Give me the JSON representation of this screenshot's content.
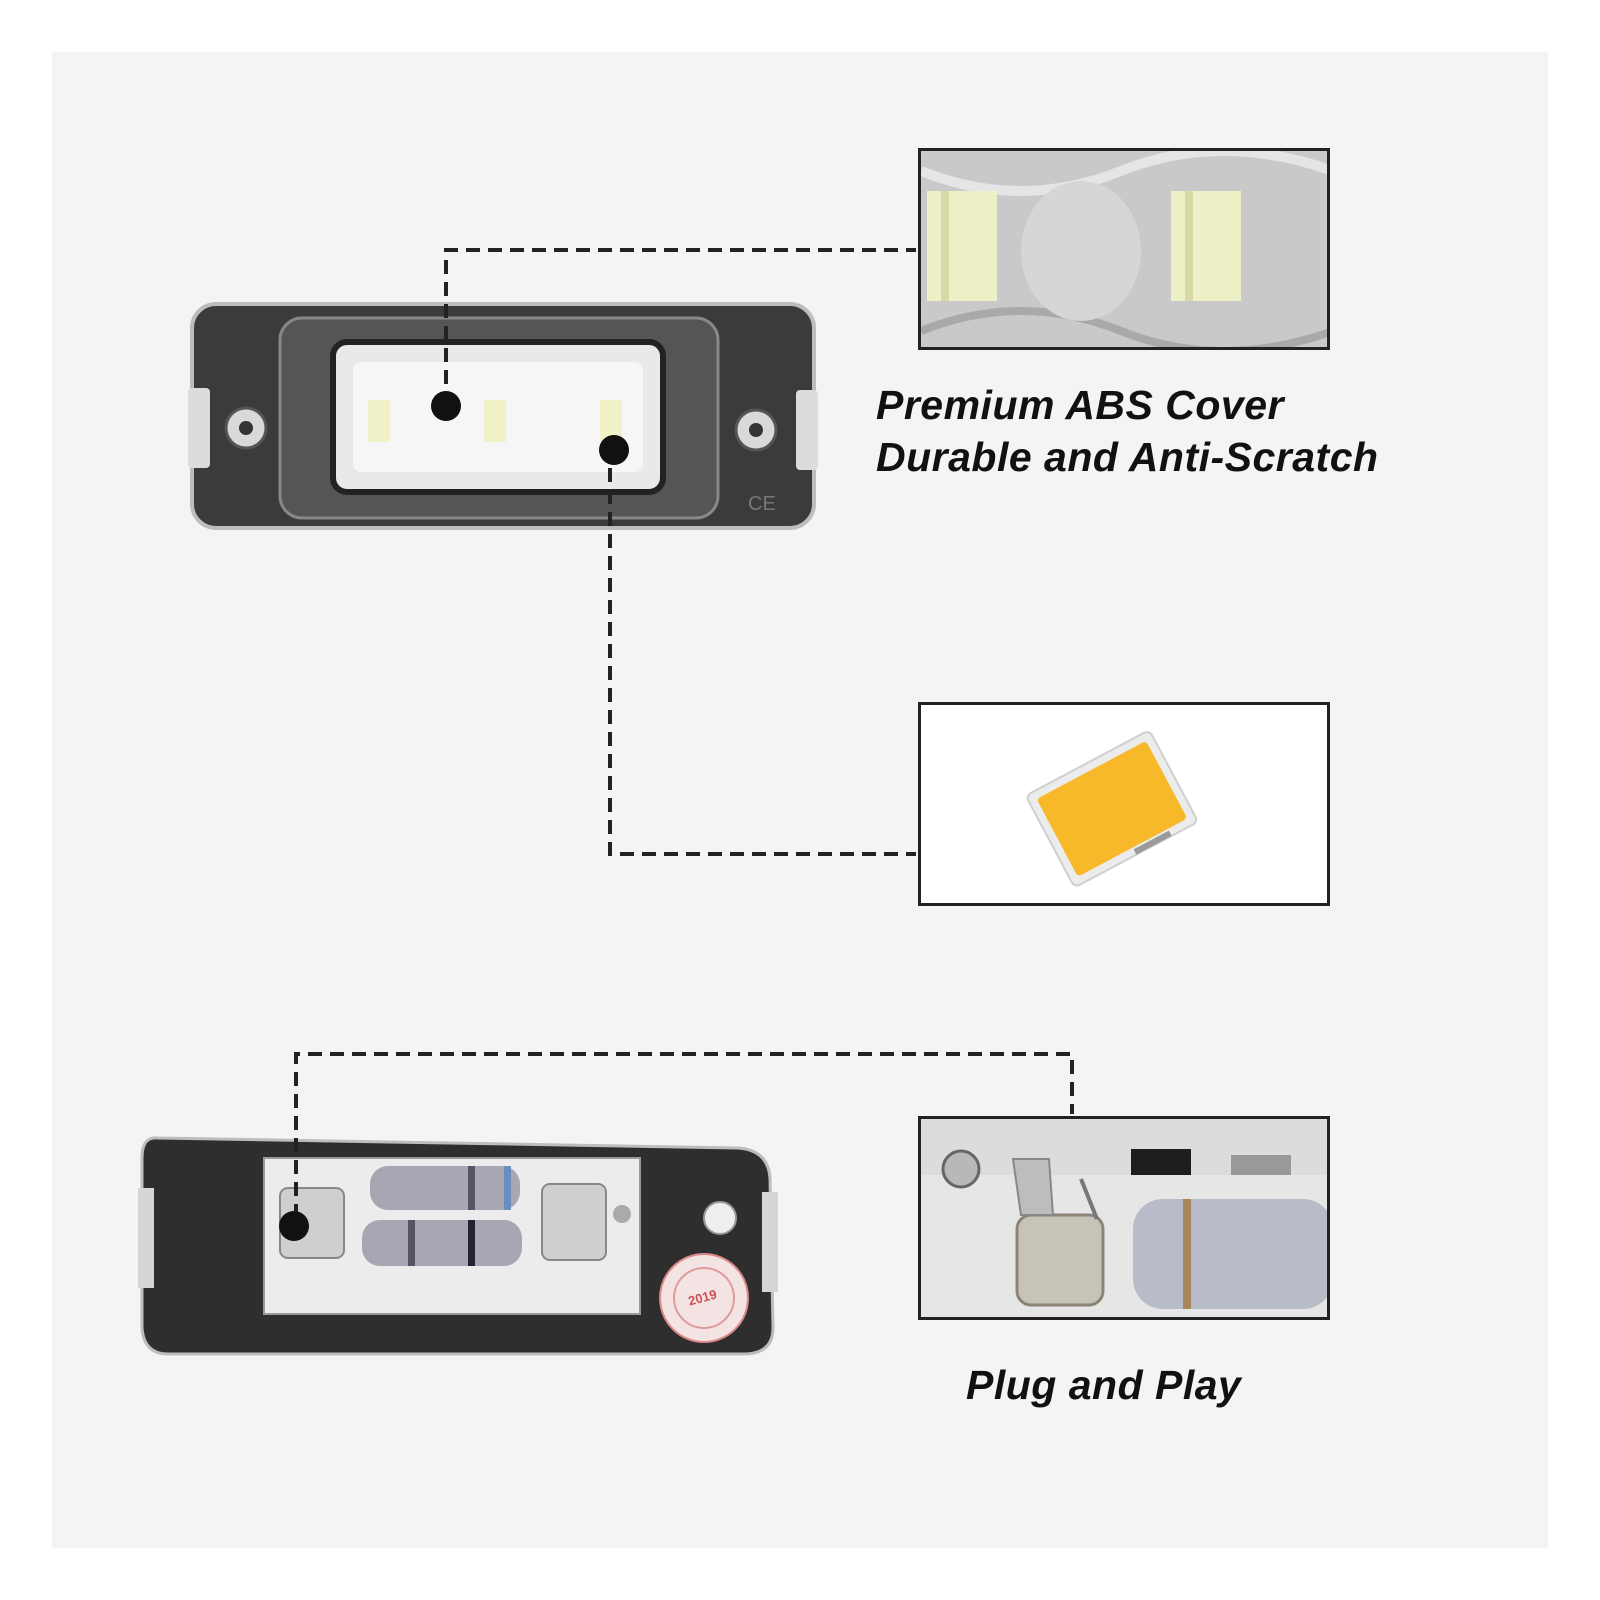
{
  "captions": {
    "cover_line1": "Premium ABS Cover",
    "cover_line2": "Durable and Anti-Scratch",
    "plug": "Plug and Play"
  },
  "colors": {
    "background": "#f4f4f4",
    "chip_yellow": "#f7b82a",
    "frame_dark": "#3a3a3a",
    "line": "#222222"
  },
  "stamp": {
    "year": "2019"
  }
}
